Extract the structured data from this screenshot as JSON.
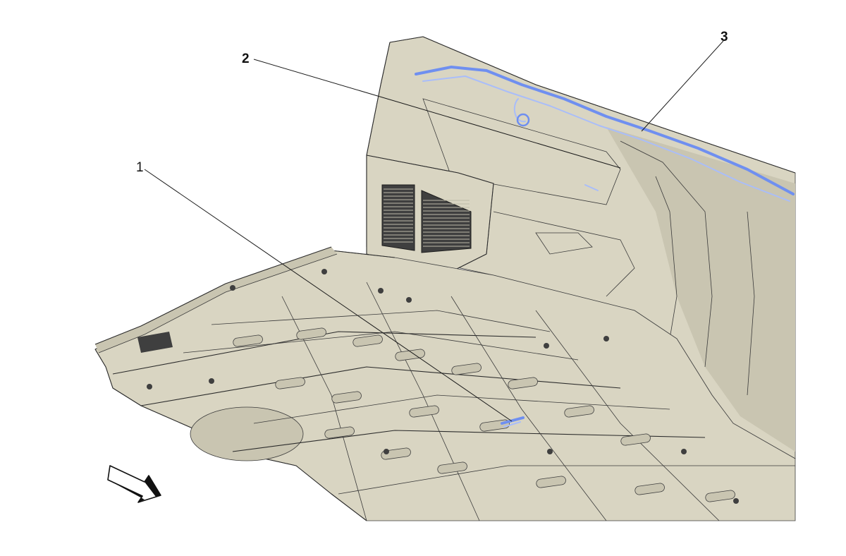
{
  "callouts": [
    {
      "id": "1",
      "label": "1"
    },
    {
      "id": "2",
      "label": "2"
    },
    {
      "id": "3",
      "label": "3"
    }
  ],
  "colors": {
    "body_fill": "#d9d5c2",
    "body_shade": "#c9c5b1",
    "dark_detail": "#3f3f3f",
    "harness": "#6f8ff0",
    "harness_light": "#a9bdfa",
    "leader": "#1a1a1a",
    "background": "#ffffff"
  },
  "direction_arrow": {
    "icon": "forward-direction-arrow-icon"
  }
}
